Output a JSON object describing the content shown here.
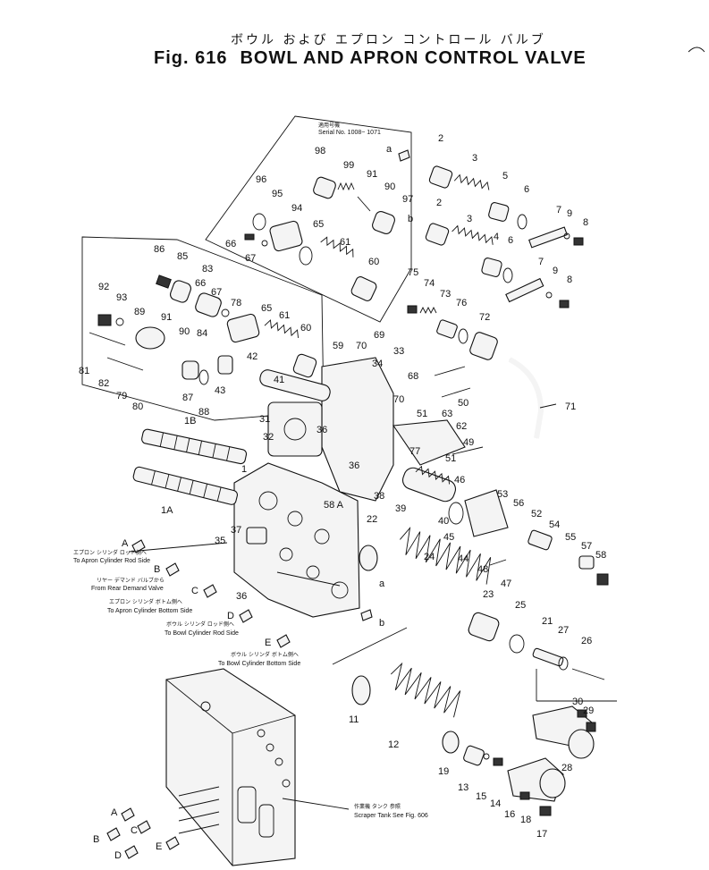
{
  "header": {
    "jp_title": "ボウル および エプロン コントロール バルブ",
    "fig_label": "Fig. 616",
    "title": "BOWL AND APRON CONTROL VALVE"
  },
  "serial": {
    "jp": "適用号機",
    "text": "Serial No. 1008~ 1071"
  },
  "parts": [
    {
      "id": "2a",
      "label": "2"
    },
    {
      "id": "3a",
      "label": "3"
    },
    {
      "id": "5",
      "label": "5"
    },
    {
      "id": "6a",
      "label": "6"
    },
    {
      "id": "7a",
      "label": "7"
    },
    {
      "id": "9a",
      "label": "9"
    },
    {
      "id": "8a",
      "label": "8"
    },
    {
      "id": "2b",
      "label": "2"
    },
    {
      "id": "3b",
      "label": "3"
    },
    {
      "id": "4",
      "label": "4"
    },
    {
      "id": "6b",
      "label": "6"
    },
    {
      "id": "7b",
      "label": "7"
    },
    {
      "id": "9b",
      "label": "9"
    },
    {
      "id": "8b",
      "label": "8"
    },
    {
      "id": "98",
      "label": "98"
    },
    {
      "id": "99",
      "label": "99"
    },
    {
      "id": "91a",
      "label": "91"
    },
    {
      "id": "90a",
      "label": "90"
    },
    {
      "id": "97",
      "label": "97"
    },
    {
      "id": "96",
      "label": "96"
    },
    {
      "id": "95",
      "label": "95"
    },
    {
      "id": "94",
      "label": "94"
    },
    {
      "id": "65a",
      "label": "65"
    },
    {
      "id": "61a",
      "label": "61"
    },
    {
      "id": "60a",
      "label": "60"
    },
    {
      "id": "66a",
      "label": "66"
    },
    {
      "id": "67a",
      "label": "67"
    },
    {
      "id": "86",
      "label": "86"
    },
    {
      "id": "85",
      "label": "85"
    },
    {
      "id": "83",
      "label": "83"
    },
    {
      "id": "66b",
      "label": "66"
    },
    {
      "id": "67b",
      "label": "67"
    },
    {
      "id": "78",
      "label": "78"
    },
    {
      "id": "65b",
      "label": "65"
    },
    {
      "id": "61b",
      "label": "61"
    },
    {
      "id": "60b",
      "label": "60"
    },
    {
      "id": "92",
      "label": "92"
    },
    {
      "id": "93",
      "label": "93"
    },
    {
      "id": "89",
      "label": "89"
    },
    {
      "id": "91b",
      "label": "91"
    },
    {
      "id": "90b",
      "label": "90"
    },
    {
      "id": "84",
      "label": "84"
    },
    {
      "id": "81",
      "label": "81"
    },
    {
      "id": "82",
      "label": "82"
    },
    {
      "id": "79",
      "label": "79"
    },
    {
      "id": "80",
      "label": "80"
    },
    {
      "id": "87",
      "label": "87"
    },
    {
      "id": "88",
      "label": "88"
    },
    {
      "id": "43",
      "label": "43"
    },
    {
      "id": "42",
      "label": "42"
    },
    {
      "id": "41",
      "label": "41"
    },
    {
      "id": "75",
      "label": "75"
    },
    {
      "id": "74",
      "label": "74"
    },
    {
      "id": "73",
      "label": "73"
    },
    {
      "id": "76",
      "label": "76"
    },
    {
      "id": "72",
      "label": "72"
    },
    {
      "id": "71",
      "label": "71"
    },
    {
      "id": "59",
      "label": "59"
    },
    {
      "id": "70a",
      "label": "70"
    },
    {
      "id": "69",
      "label": "69"
    },
    {
      "id": "33",
      "label": "33"
    },
    {
      "id": "34",
      "label": "34"
    },
    {
      "id": "68",
      "label": "68"
    },
    {
      "id": "70b",
      "label": "70"
    },
    {
      "id": "50",
      "label": "50"
    },
    {
      "id": "51a",
      "label": "51"
    },
    {
      "id": "63",
      "label": "63"
    },
    {
      "id": "62",
      "label": "62"
    },
    {
      "id": "49",
      "label": "49"
    },
    {
      "id": "51b",
      "label": "51"
    },
    {
      "id": "77",
      "label": "77"
    },
    {
      "id": "46",
      "label": "46"
    },
    {
      "id": "31",
      "label": "31"
    },
    {
      "id": "32",
      "label": "32"
    },
    {
      "id": "36a",
      "label": "36"
    },
    {
      "id": "36b",
      "label": "36"
    },
    {
      "id": "38",
      "label": "38"
    },
    {
      "id": "58A",
      "label": "58 A"
    },
    {
      "id": "39",
      "label": "39"
    },
    {
      "id": "40",
      "label": "40"
    },
    {
      "id": "45",
      "label": "45"
    },
    {
      "id": "53",
      "label": "53"
    },
    {
      "id": "56",
      "label": "56"
    },
    {
      "id": "52",
      "label": "52"
    },
    {
      "id": "54",
      "label": "54"
    },
    {
      "id": "55",
      "label": "55"
    },
    {
      "id": "57",
      "label": "57"
    },
    {
      "id": "58",
      "label": "58"
    },
    {
      "id": "44",
      "label": "44"
    },
    {
      "id": "48",
      "label": "48"
    },
    {
      "id": "47",
      "label": "47"
    },
    {
      "id": "1B",
      "label": "1B"
    },
    {
      "id": "1",
      "label": "1"
    },
    {
      "id": "1A",
      "label": "1A"
    },
    {
      "id": "37",
      "label": "37"
    },
    {
      "id": "35",
      "label": "35"
    },
    {
      "id": "36c",
      "label": "36"
    },
    {
      "id": "22",
      "label": "22"
    },
    {
      "id": "24",
      "label": "24"
    },
    {
      "id": "23",
      "label": "23"
    },
    {
      "id": "25",
      "label": "25"
    },
    {
      "id": "21",
      "label": "21"
    },
    {
      "id": "27",
      "label": "27"
    },
    {
      "id": "26",
      "label": "26"
    },
    {
      "id": "30",
      "label": "30"
    },
    {
      "id": "29",
      "label": "29"
    },
    {
      "id": "28",
      "label": "28"
    },
    {
      "id": "11",
      "label": "11"
    },
    {
      "id": "12",
      "label": "12"
    },
    {
      "id": "19",
      "label": "19"
    },
    {
      "id": "13",
      "label": "13"
    },
    {
      "id": "15",
      "label": "15"
    },
    {
      "id": "14",
      "label": "14"
    },
    {
      "id": "16",
      "label": "16"
    },
    {
      "id": "18",
      "label": "18"
    },
    {
      "id": "17",
      "label": "17"
    }
  ],
  "ports": {
    "A": {
      "letter": "A",
      "jp": "エプロン シリンダ ロッド側へ",
      "en": "To Apron Cylinder Rod Side"
    },
    "B": {
      "letter": "B",
      "jp": "リヤー デマンド バルブから",
      "en": "From Rear Demand Valve"
    },
    "C": {
      "letter": "C",
      "jp": "エプロン シリンダ ボトム側へ",
      "en": "To Apron Cylinder Bottom Side"
    },
    "D": {
      "letter": "D",
      "jp": "ボウル シリンダ ロッド側へ",
      "en": "To Bowl Cylinder Rod Side"
    },
    "E": {
      "letter": "E",
      "jp": "ボウル シリンダ ボトム側へ",
      "en": "To Bowl Cylinder Bottom Side"
    }
  },
  "scraper_note": {
    "jp": "作業機 タンク 参照",
    "en": "Scraper Tank See Fig. 606"
  },
  "markers": {
    "a": "a",
    "b": "b"
  },
  "bottom_letters": [
    "A",
    "B",
    "C",
    "D",
    "E"
  ]
}
